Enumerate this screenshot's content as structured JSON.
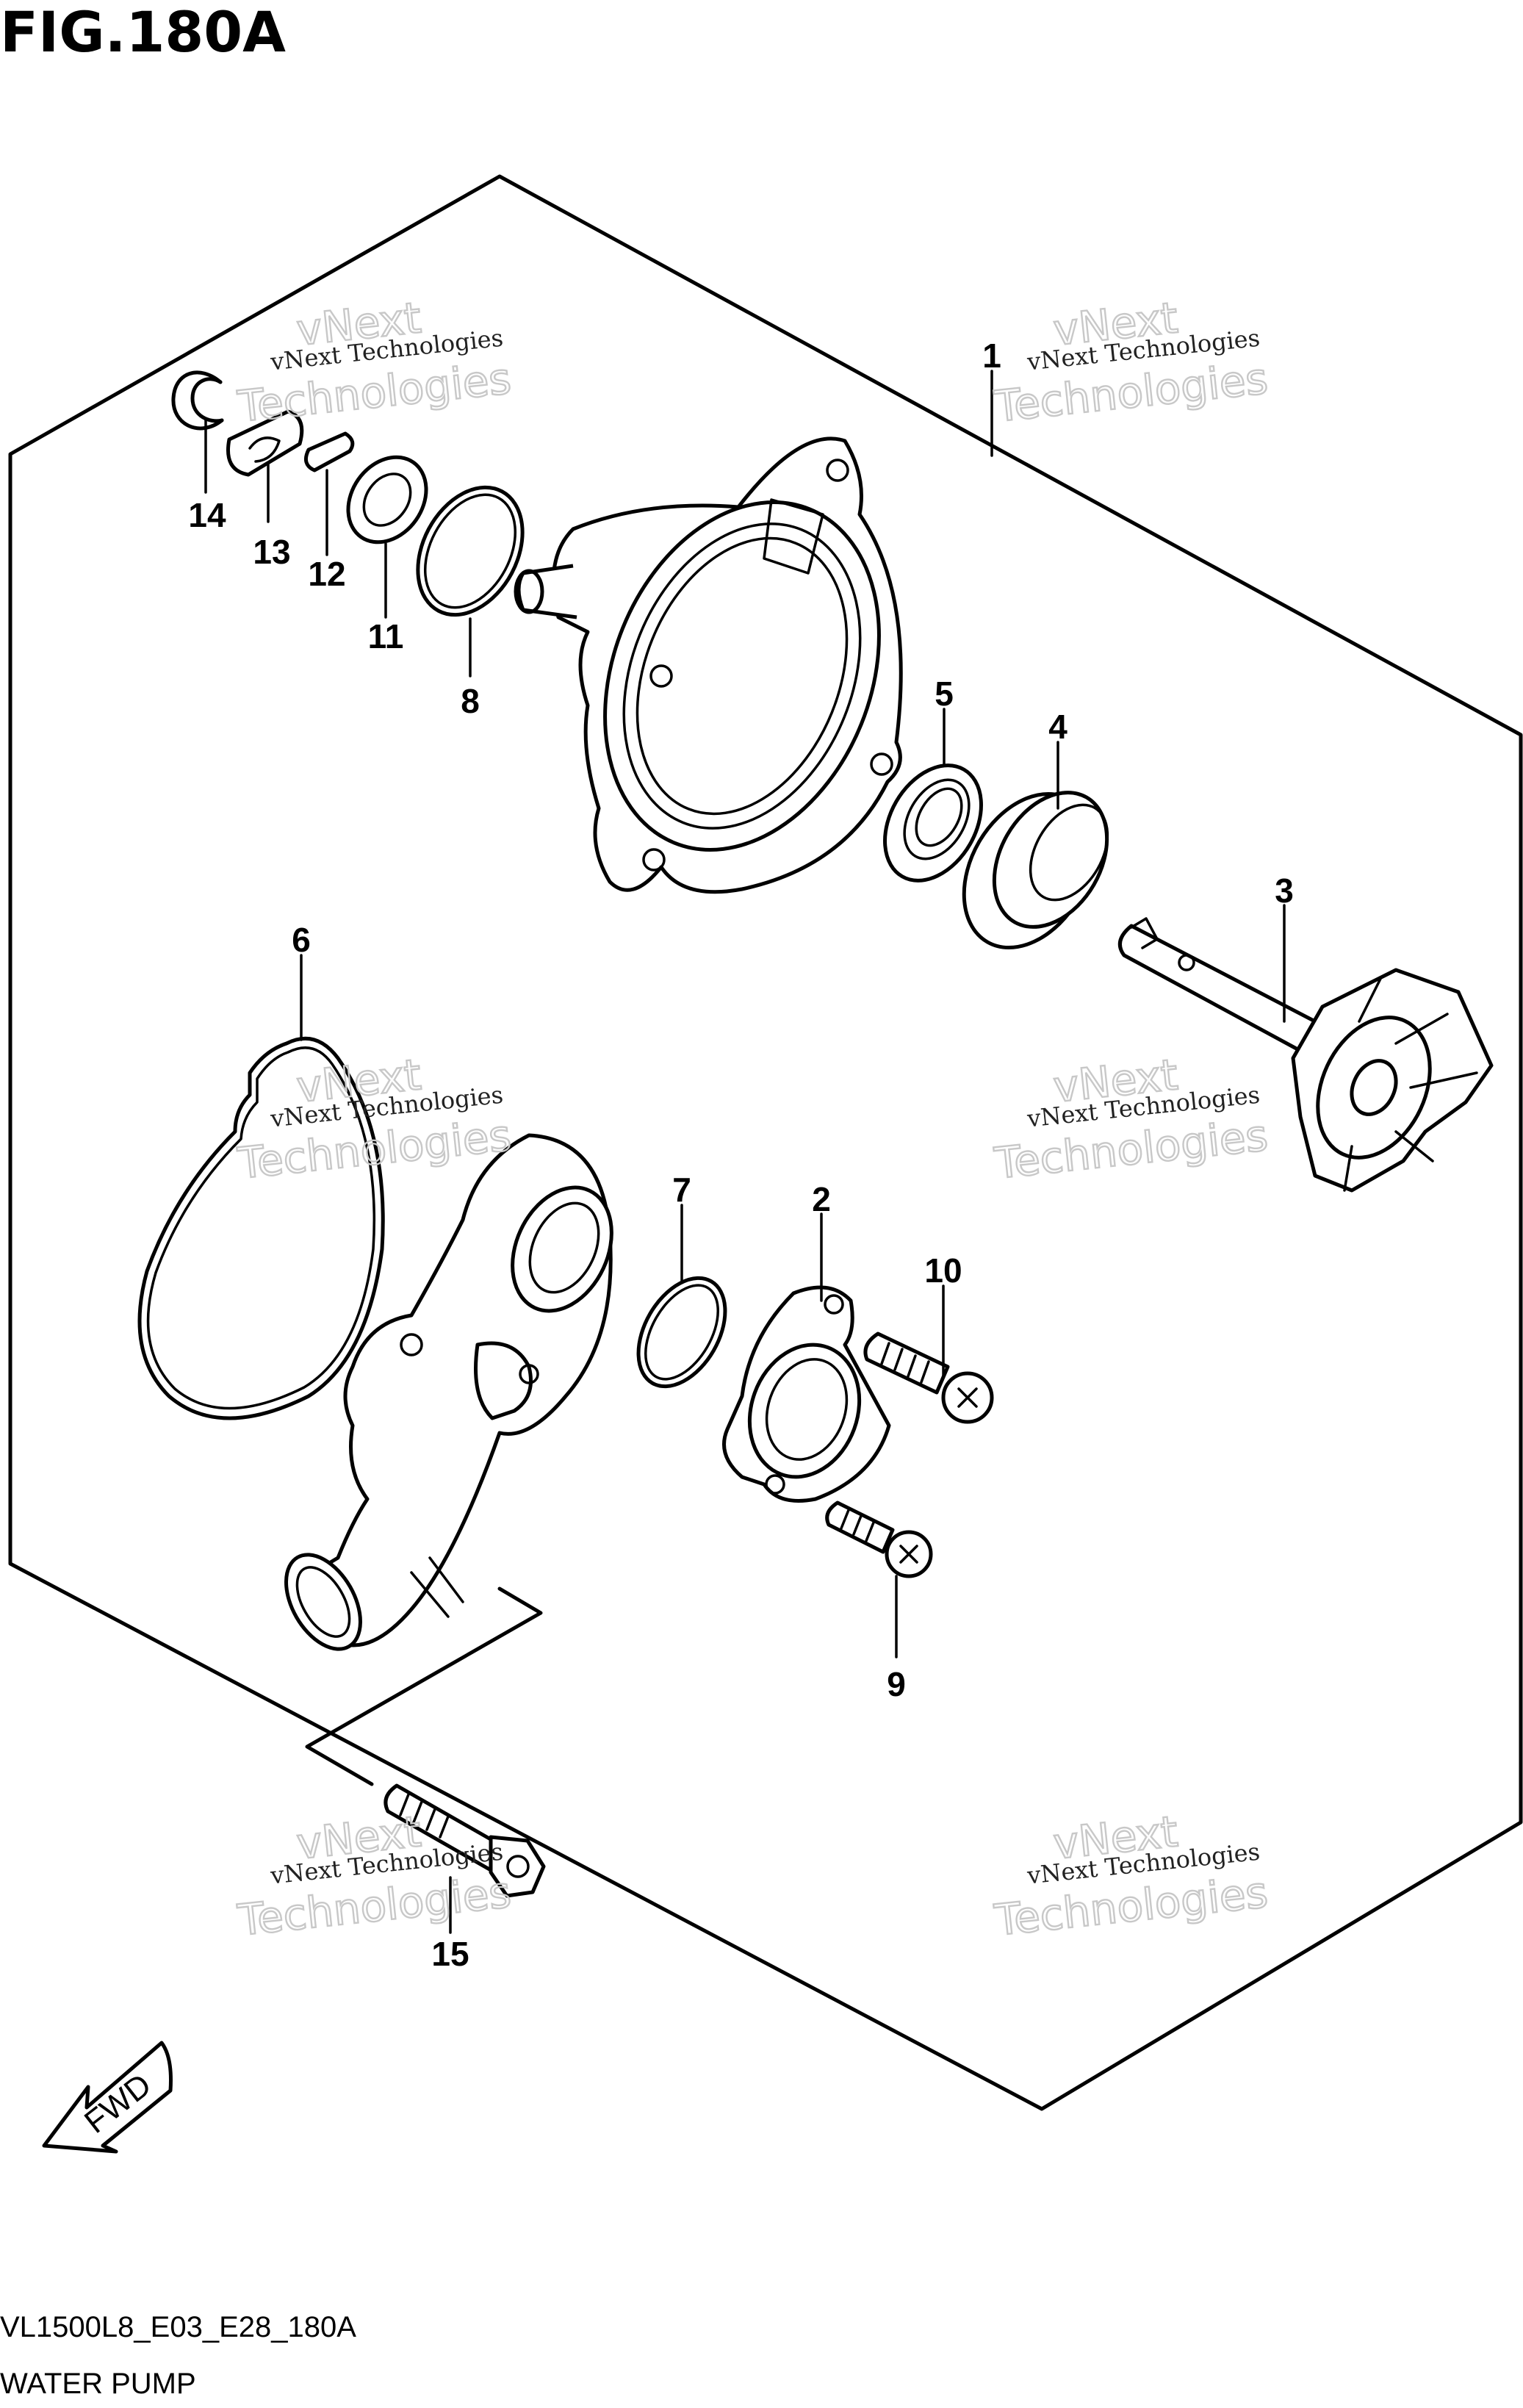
{
  "figure": {
    "title": "FIG.180A",
    "code": "VL1500L8_E03_E28_180A",
    "name": "WATER PUMP"
  },
  "callouts": [
    "1",
    "2",
    "3",
    "4",
    "5",
    "6",
    "7",
    "8",
    "9",
    "10",
    "11",
    "12",
    "13",
    "14",
    "15"
  ],
  "watermark": {
    "line1": "vNext",
    "line2": "vNext Technologies",
    "line3": "Technologies"
  },
  "direction_label": "FWD"
}
